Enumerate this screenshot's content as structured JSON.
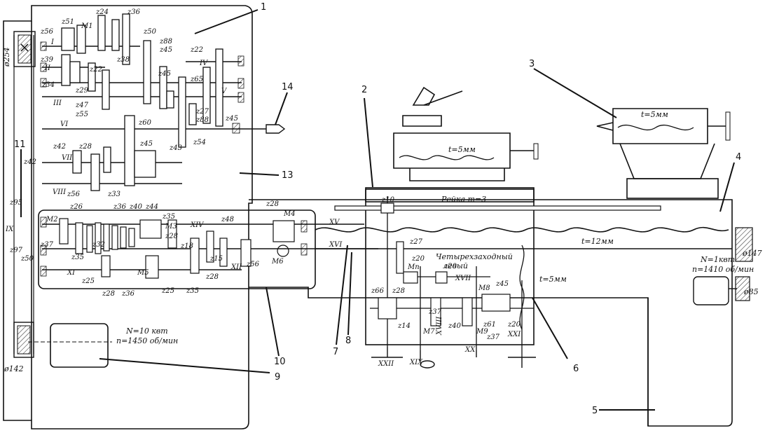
{
  "callouts": [
    "1",
    "2",
    "3",
    "4",
    "5",
    "6",
    "7",
    "8",
    "9",
    "10",
    "11",
    "13",
    "14"
  ],
  "pulleys": {
    "left_top": "ø254",
    "left_bottom": "ø142",
    "right_top": "ø147",
    "right_bottom": "ø85"
  },
  "motors": {
    "main_power": "N=10 квт",
    "main_speed": "n=1450 об/мин",
    "aux_power": "N=1квт",
    "aux_speed": "n=1410 об/мин"
  },
  "rails": {
    "rack": "Рейка m=3",
    "leadscrew": "t=12мм",
    "cross_screw": "t=5мм",
    "tail_screw": "t=5мм",
    "apron_screw": "t=5мм"
  },
  "apron": {
    "note_line1": "Четырехзаходный",
    "note_line2": "левый"
  },
  "shafts": [
    "I",
    "II",
    "III",
    "IV",
    "V",
    "VI",
    "VII",
    "VIII",
    "IX",
    "XI",
    "XII",
    "XIV",
    "XV",
    "XVI",
    "XVII",
    "XVIII",
    "XIX",
    "XX",
    "XXI",
    "XXII"
  ],
  "headstock_gears": [
    "z51",
    "z56",
    "z24",
    "z36",
    "z50",
    "z39",
    "z34",
    "z88",
    "z45",
    "z22",
    "z45",
    "z29",
    "z38",
    "z47",
    "z55",
    "z65",
    "z22",
    "z27",
    "z88",
    "z45",
    "z60",
    "z43",
    "z54",
    "z45",
    "z42",
    "z28",
    "z56",
    "z33"
  ],
  "feed_gears": [
    "z26",
    "z36",
    "z40",
    "z44",
    "z35",
    "z28",
    "z48",
    "z28",
    "z37",
    "z35",
    "z32",
    "z25",
    "z28",
    "z36",
    "z25",
    "z35",
    "z18",
    "z15",
    "z28",
    "z56",
    "z95",
    "z97",
    "z50",
    "z42"
  ],
  "apron_gears": [
    "z10",
    "z27",
    "z20",
    "z20",
    "z66",
    "z28",
    "z45",
    "z37",
    "z14",
    "z40",
    "z61",
    "z20",
    "z37"
  ],
  "clutches": [
    "M1",
    "M2",
    "M3",
    "M4",
    "M5",
    "M6",
    "M7",
    "M8",
    "M9",
    "Mп"
  ]
}
